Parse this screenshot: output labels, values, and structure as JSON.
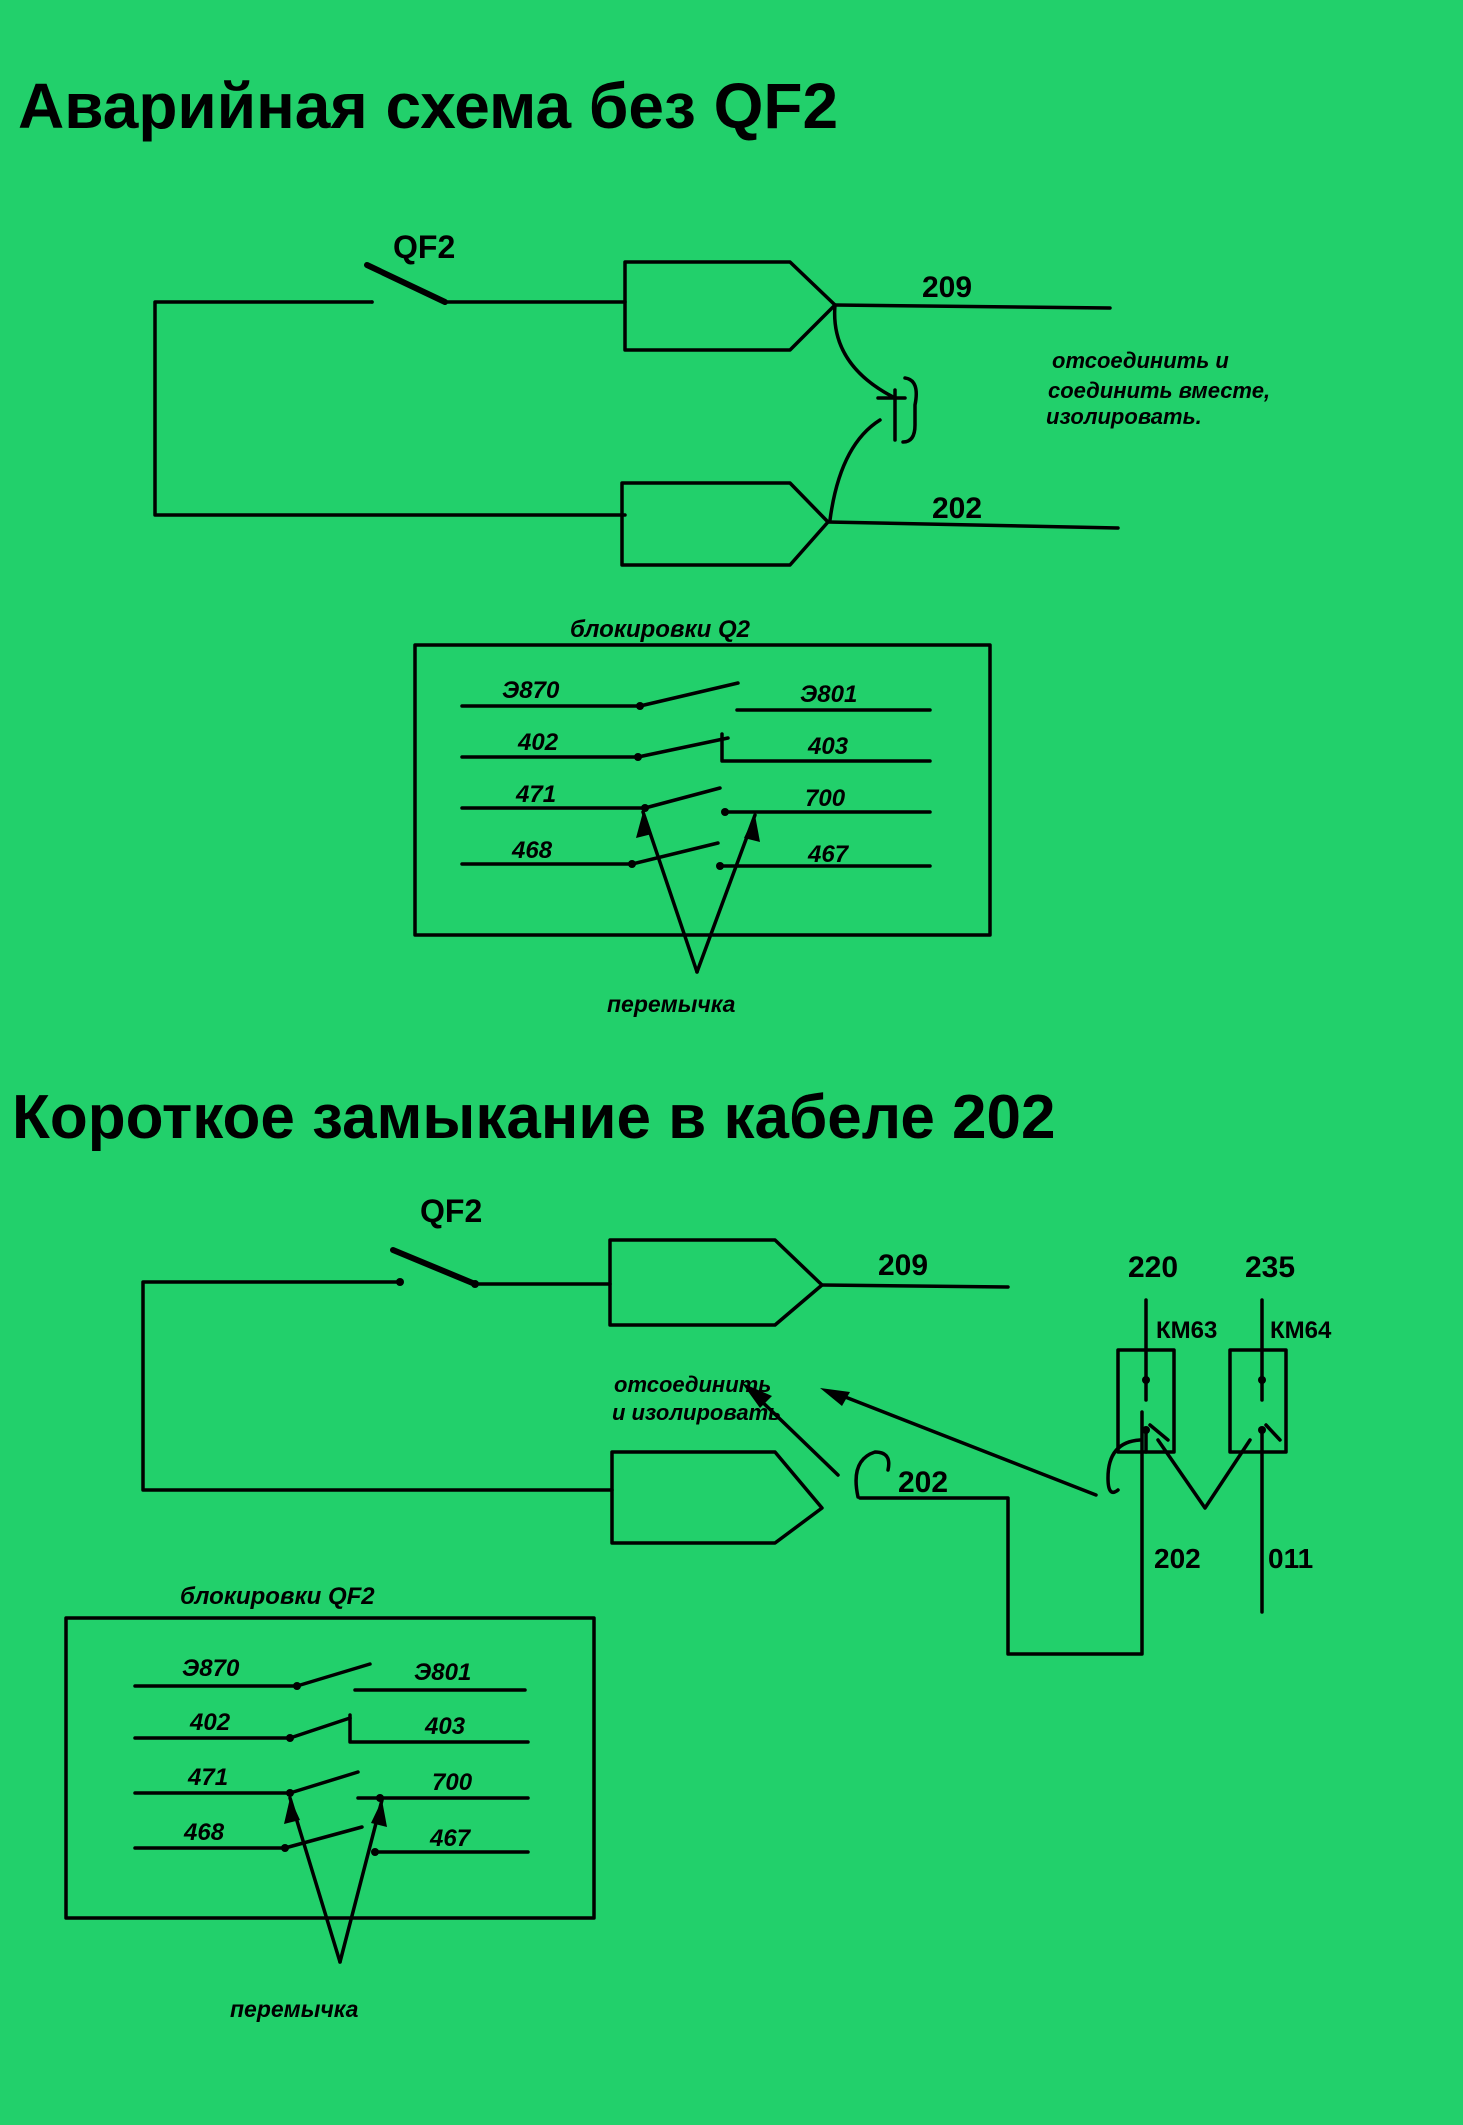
{
  "colors": {
    "background": "#22d06b",
    "ink": "#000000"
  },
  "section1": {
    "title": "Аварийная схема без QF2",
    "breaker": "QF2",
    "wire_top": "209",
    "wire_bottom": "202",
    "note_line1": "отсоединить и",
    "note_line2": "соединить вместе,",
    "note_line3": "изолировать.",
    "interlock_title": "блокировки Q2",
    "rows": [
      {
        "left": "Э870",
        "right": "Э801"
      },
      {
        "left": "402",
        "right": "403"
      },
      {
        "left": "471",
        "right": "700"
      },
      {
        "left": "468",
        "right": "467"
      }
    ],
    "jumper": "перемычка"
  },
  "section2": {
    "title": "Короткое замыкание в кабеле 202",
    "breaker": "QF2",
    "wire_top": "209",
    "wire_202": "202",
    "node_220": "220",
    "node_235": "235",
    "km63": "КМ63",
    "km64": "КМ64",
    "node_202b": "202",
    "node_011": "011",
    "note_line1": "отсоединить",
    "note_line2": "и изолировать",
    "interlock_title": "блокировки QF2",
    "rows": [
      {
        "left": "Э870",
        "right": "Э801"
      },
      {
        "left": "402",
        "right": "403"
      },
      {
        "left": "471",
        "right": "700"
      },
      {
        "left": "468",
        "right": "467"
      }
    ],
    "jumper": "перемычка"
  }
}
